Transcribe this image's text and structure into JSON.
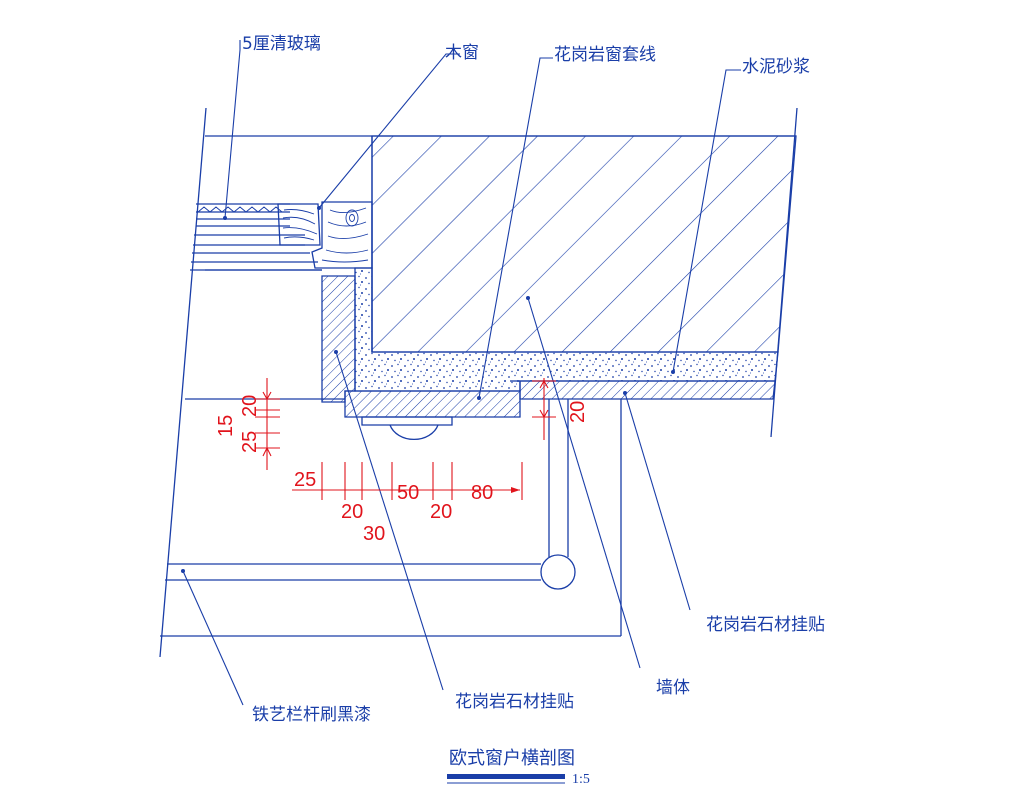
{
  "labels": {
    "glass": "5厘清玻璃",
    "wood_window": "木窗",
    "granite_trim": "花岗岩窗套线",
    "cement_mortar": "水泥砂浆",
    "granite_clad_right": "花岗岩石材挂贴",
    "wall": "墙体",
    "granite_clad_bottom": "花岗岩石材挂贴",
    "iron_rail": "铁艺栏杆刷黑漆"
  },
  "dimensions": {
    "v_20": "20",
    "v_15": "15",
    "v_25": "25",
    "h_25": "25",
    "h_20a": "20",
    "h_30": "30",
    "h_50": "50",
    "h_20b": "20",
    "h_80": "80",
    "r_20": "20"
  },
  "title": {
    "name": "欧式窗户横剖图",
    "scale": "1:5"
  },
  "colors": {
    "line": "#1a3ea8",
    "dimension": "#e1141c",
    "background": "#ffffff"
  }
}
